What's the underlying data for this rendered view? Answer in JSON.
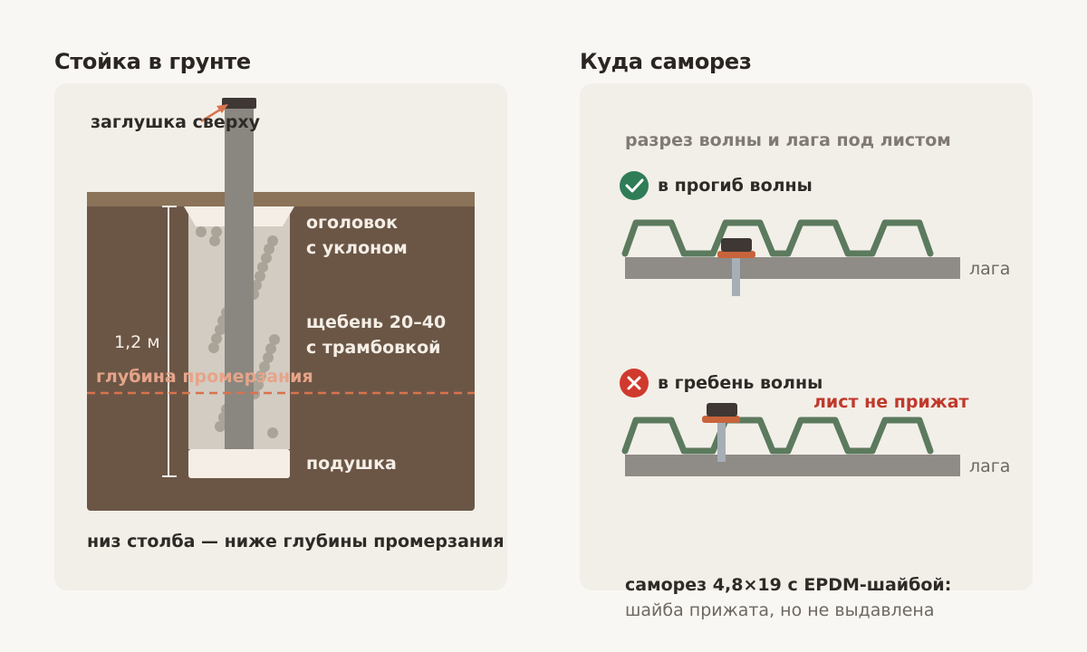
{
  "left_panel": {
    "title": "Стойка в грунте",
    "cap_label": "заглушка сверху",
    "depth_value": "1,2 м",
    "frost_line_label": "глубина промерзания",
    "head_label_line1": "оголовок",
    "head_label_line2": "с уклоном",
    "gravel_label_line1": "щебень 20–40",
    "gravel_label_line2": "с трамбовкой",
    "cushion_label": "подушка",
    "footnote": "низ столба — ниже глубины промерзания"
  },
  "right_panel": {
    "title": "Куда саморез",
    "subtitle": "разрез волны и лага под листом",
    "correct_label": "в прогиб волны",
    "wrong_label": "в гребень волны",
    "wrong_warning": "лист не прижат",
    "joist_label": "лага",
    "joist_label_2": "лага",
    "footnote_line1": "саморез 4,8×19 с EPDM-шайбой:",
    "footnote_line2": "шайба прижата, но не выдавлена",
    "correct_icon": "check-circle-icon",
    "wrong_icon": "cross-circle-icon"
  },
  "colors": {
    "soil": "#6b5646",
    "soil_top": "#8a7358",
    "post": "#8a8780",
    "cap": "#3e3733",
    "frost": "#d8734d",
    "gravel": "#d2ccc2",
    "cushion": "#f4eee6",
    "sheet": "#5c7a5e",
    "joist": "#8f8b86",
    "washer": "#c7643c",
    "screw": "#a6aeb6",
    "ok": "#2f7d57",
    "bad": "#d03a2e",
    "warning": "#c0392b"
  }
}
